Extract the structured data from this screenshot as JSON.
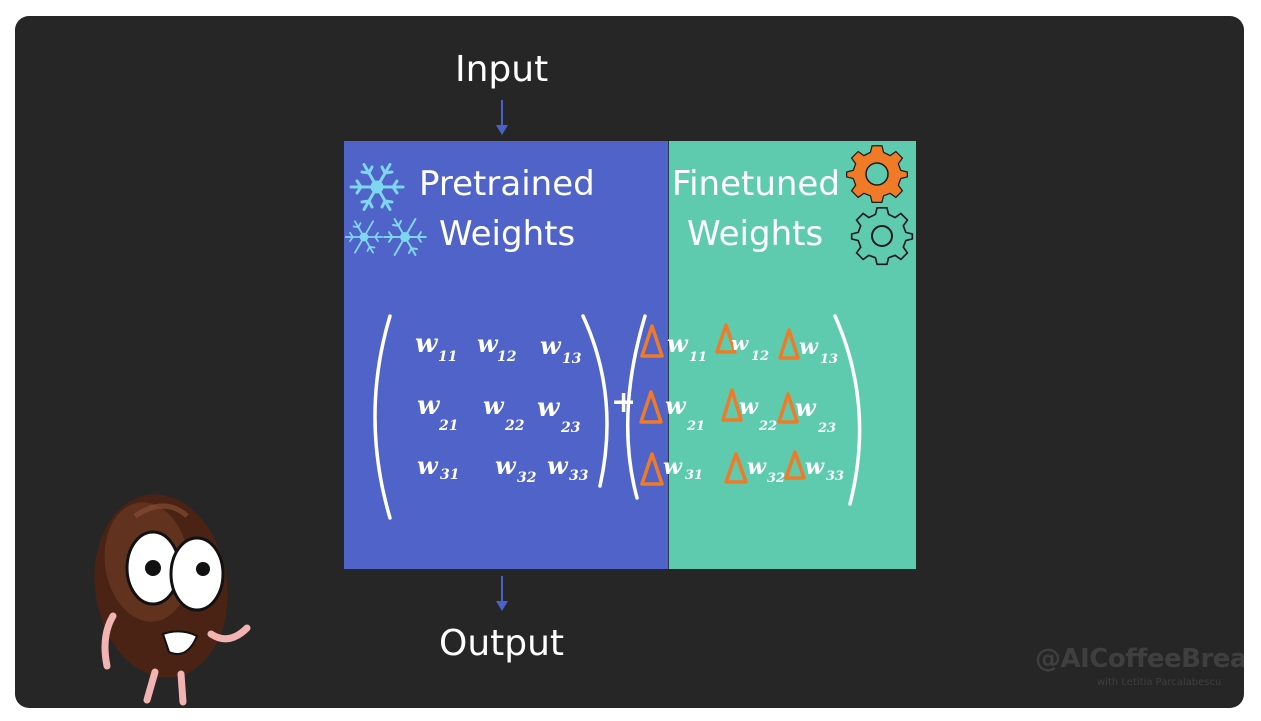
{
  "diagram": {
    "input_label": "Input",
    "output_label": "Output",
    "pretrained": {
      "line1": "Pretrained",
      "line2": "Weights"
    },
    "finetuned": {
      "line1": "Finetuned",
      "line2": "Weights"
    },
    "plus_sign": "+",
    "matrix_w": [
      [
        "w11",
        "w12",
        "w13"
      ],
      [
        "w21",
        "w22",
        "w23"
      ],
      [
        "w31",
        "w32",
        "w33"
      ]
    ],
    "delta_symbol": "Δ"
  },
  "branding": {
    "handle": "@AICoffeeBreak",
    "subtitle": "with Letitia Parcalabescu"
  },
  "colors": {
    "background": "#262626",
    "pretrained_panel": "#4f63c8",
    "finetuned_panel": "#5ecbae",
    "delta": "#f07a26",
    "gear_orange": "#f07a26",
    "snowflake": "#7fd6f0",
    "arrow": "#4b61c9"
  },
  "icons": [
    "snowflake-icon",
    "gear-icon",
    "coffee-bean-mascot"
  ]
}
